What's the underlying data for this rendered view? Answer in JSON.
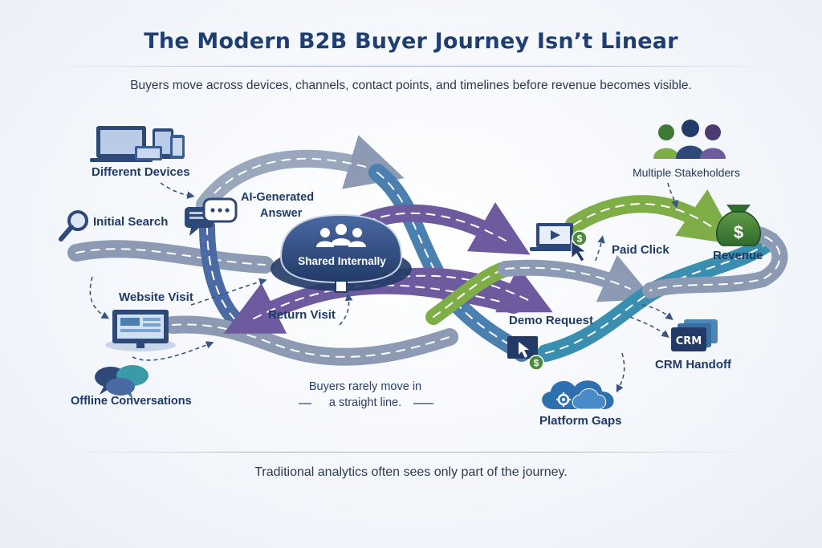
{
  "title": "The Modern B2B Buyer Journey Isn’t Linear",
  "subtitle": "Buyers move across devices, channels, contact points, and timelines before revenue becomes visible.",
  "footer": "Traditional analytics often sees only part of the journey.",
  "nodes": {
    "different_devices": "Different Devices",
    "initial_search": "Initial Search",
    "ai_answer_line1": "AI-Generated",
    "ai_answer_line2": "Answer",
    "shared_internally": "Shared Internally",
    "website_visit": "Website Visit",
    "return_visit": "Return Visit",
    "offline_conversations": "Offline Conversations",
    "multiple_stakeholders": "Multiple Stakeholders",
    "paid_click": "Paid Click",
    "revenue": "Revenue",
    "demo_request": "Demo Request",
    "crm_handoff": "CRM Handoff",
    "crm_badge": "CRM",
    "platform_gaps": "Platform Gaps"
  },
  "annotation": {
    "line1": "Buyers rarely move in",
    "line2": "a straight line."
  },
  "icons": {
    "dollar": "$"
  },
  "colors": {
    "title": "#1f3f73",
    "road_gray": "#8c9bb3",
    "road_blue": "#4a86b8",
    "road_purple": "#6e5a9e",
    "road_green": "#7fae48",
    "road_teal": "#3a9aa8",
    "hub": "#2e4878",
    "money_green": "#3f7a35"
  }
}
